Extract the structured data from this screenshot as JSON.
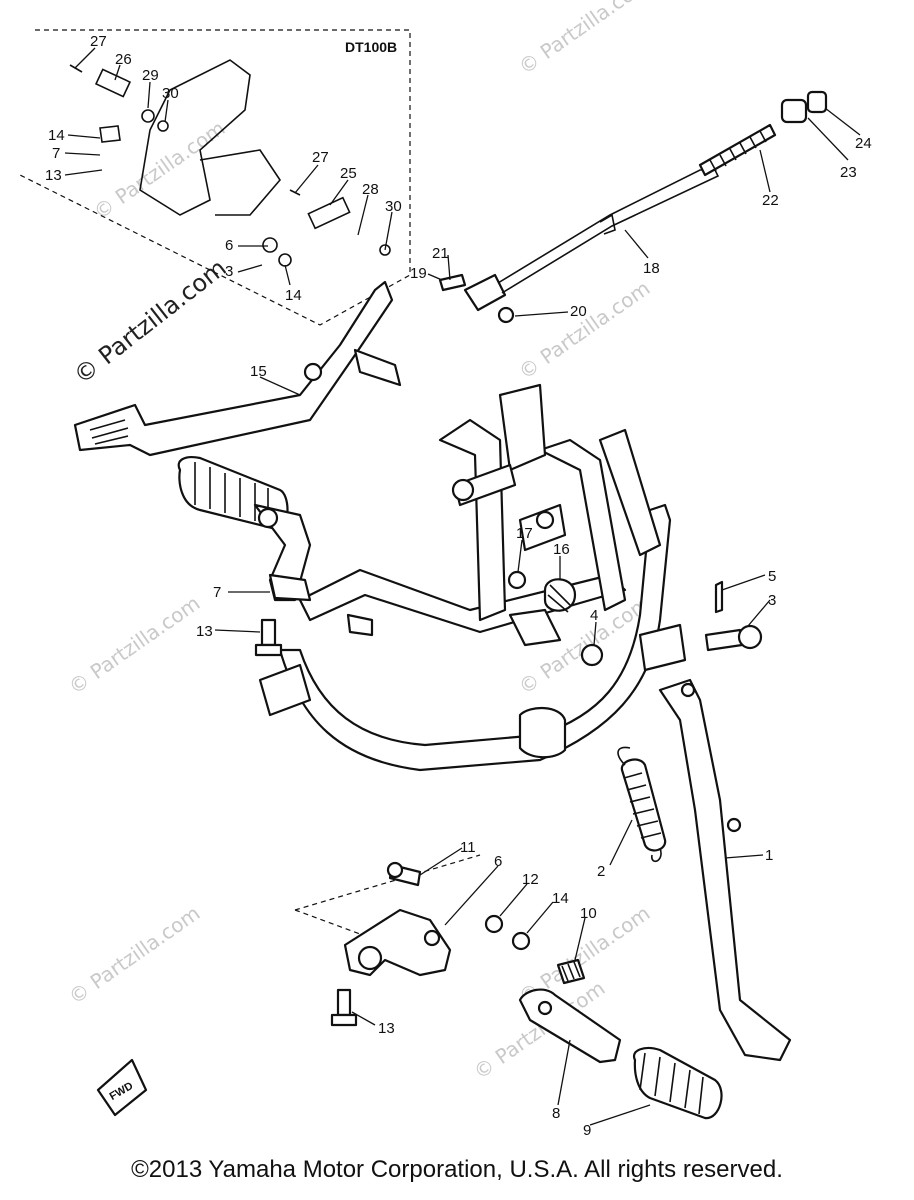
{
  "diagram": {
    "model_label": "DT100B",
    "callouts": [
      {
        "id": "c27a",
        "text": "27"
      },
      {
        "id": "c26",
        "text": "26"
      },
      {
        "id": "c29",
        "text": "29"
      },
      {
        "id": "c30a",
        "text": "30"
      },
      {
        "id": "c14a",
        "text": "14"
      },
      {
        "id": "c7a",
        "text": "7"
      },
      {
        "id": "c13a",
        "text": "13"
      },
      {
        "id": "c27b",
        "text": "27"
      },
      {
        "id": "c25",
        "text": "25"
      },
      {
        "id": "c28",
        "text": "28"
      },
      {
        "id": "c30b",
        "text": "30"
      },
      {
        "id": "c6a",
        "text": "6"
      },
      {
        "id": "c3a",
        "text": "3"
      },
      {
        "id": "c14b",
        "text": "14"
      },
      {
        "id": "c21",
        "text": "21"
      },
      {
        "id": "c19",
        "text": "19"
      },
      {
        "id": "c20",
        "text": "20"
      },
      {
        "id": "c18",
        "text": "18"
      },
      {
        "id": "c22",
        "text": "22"
      },
      {
        "id": "c23",
        "text": "23"
      },
      {
        "id": "c24",
        "text": "24"
      },
      {
        "id": "c15",
        "text": "15"
      },
      {
        "id": "c17",
        "text": "17"
      },
      {
        "id": "c16",
        "text": "16"
      },
      {
        "id": "c7b",
        "text": "7"
      },
      {
        "id": "c13b",
        "text": "13"
      },
      {
        "id": "c4",
        "text": "4"
      },
      {
        "id": "c5",
        "text": "5"
      },
      {
        "id": "c3b",
        "text": "3"
      },
      {
        "id": "c11",
        "text": "11"
      },
      {
        "id": "c6b",
        "text": "6"
      },
      {
        "id": "c12",
        "text": "12"
      },
      {
        "id": "c14c",
        "text": "14"
      },
      {
        "id": "c10",
        "text": "10"
      },
      {
        "id": "c2",
        "text": "2"
      },
      {
        "id": "c1",
        "text": "1"
      },
      {
        "id": "c13c",
        "text": "13"
      },
      {
        "id": "c8",
        "text": "8"
      },
      {
        "id": "c9",
        "text": "9"
      }
    ],
    "watermarks": [
      "© Partzilla.com",
      "© Partzilla.com",
      "© Partzilla.com",
      "© Partzilla.com",
      "© Partzilla.com",
      "© Partzilla.com",
      "© Partzilla.com",
      "© Partzilla.com"
    ],
    "side_watermark": "© Partzilla.com",
    "fwd_marker": "FWD",
    "copyright": "©2013  Yamaha Motor Corporation, U.S.A. All rights reserved."
  }
}
